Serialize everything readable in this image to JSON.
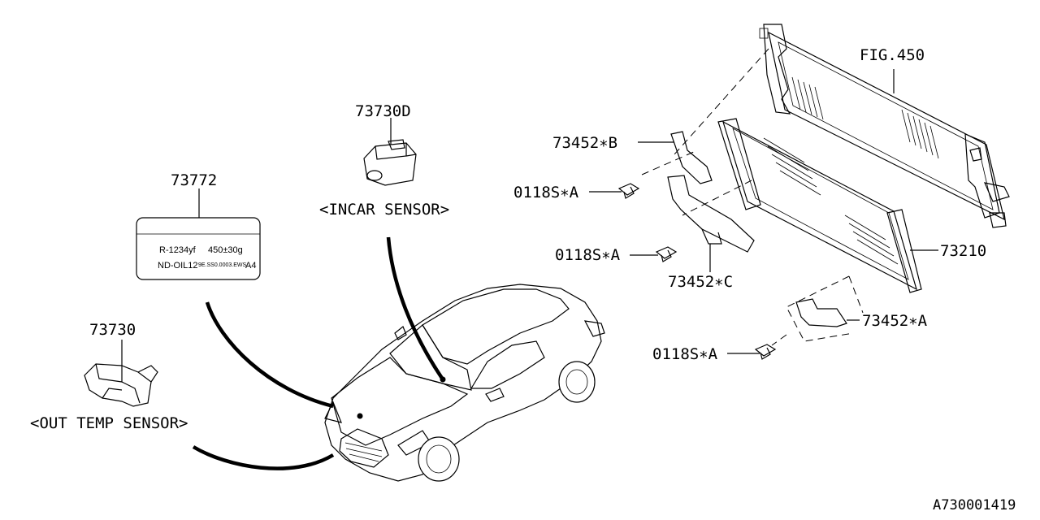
{
  "labels": {
    "fig": "FIG.450",
    "incar_part": "73730D",
    "incar_caption": "<INCAR SENSOR>",
    "label_part": "73772",
    "outtemp_part": "73730",
    "outtemp_caption": "<OUT TEMP SENSOR>",
    "bracket_b": "73452∗B",
    "bolt_1": "0118S∗A",
    "bolt_2": "0118S∗A",
    "bracket_c": "73452∗C",
    "condenser": "73210",
    "bracket_a": "73452∗A",
    "bolt_3": "0118S∗A",
    "diagram_id": "A730001419"
  },
  "refrigerant_label": {
    "row1_left": "R-1234yf",
    "row1_right": "450±30g",
    "row2_left": "ND-OIL12",
    "row2_mid": "9E.SS0.0003.EWS",
    "row2_right": "A4"
  }
}
